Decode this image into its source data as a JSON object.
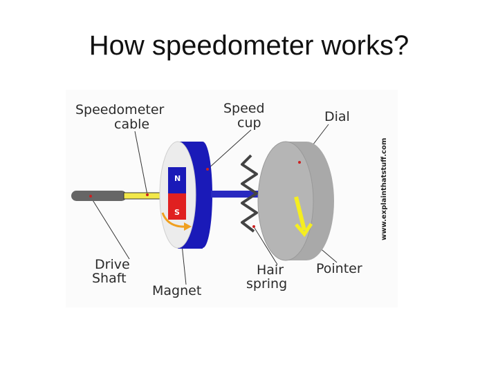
{
  "slide": {
    "title": "How speedometer works?"
  },
  "diagram": {
    "labels": {
      "speedometer_cable_line1": "Speedometer",
      "speedometer_cable_line2": "cable",
      "speed_cup_line1": "Speed",
      "speed_cup_line2": "cup",
      "dial": "Dial",
      "drive_shaft_line1": "Drive",
      "drive_shaft_line2": "Shaft",
      "magnet": "Magnet",
      "hair_spring_line1": "Hair",
      "hair_spring_line2": "spring",
      "pointer": "Pointer"
    },
    "magnet_poles": {
      "north": "N",
      "south": "S"
    },
    "credit": "www.explainthatstuff.com",
    "colors": {
      "cup_blue": "#1a1ab8",
      "magnet_red": "#e02020",
      "shaft_blue": "#2828c0",
      "cable_yellow": "#f2e84a",
      "pointer_yellow": "#f5ee20",
      "dial_gray": "#a9a9a9",
      "drive_shaft_gray": "#666666",
      "spring_gray": "#444444"
    }
  }
}
